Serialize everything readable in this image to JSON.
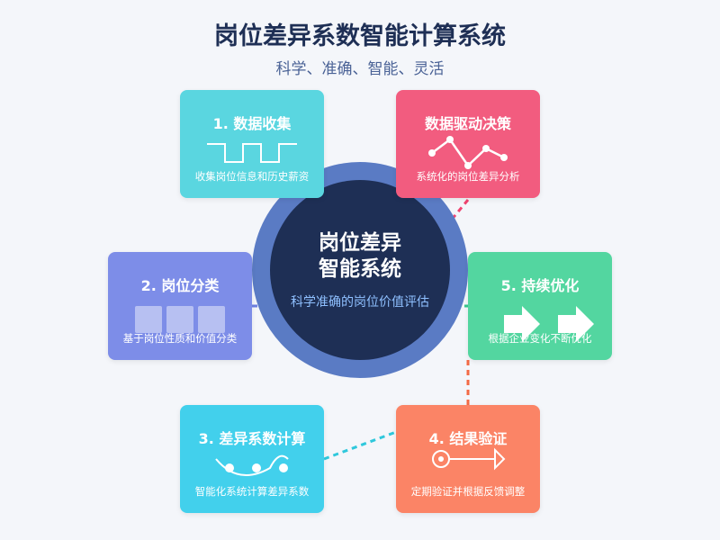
{
  "header": {
    "title": "岗位差异系数智能计算系统",
    "subtitle": "科学、准确、智能、灵活"
  },
  "core": {
    "title_line1": "岗位差异",
    "title_line2": "智能系统",
    "subtitle": "科学准确的岗位价值评估"
  },
  "cards": {
    "collect": {
      "title": "1. 数据收集",
      "desc": "收集岗位信息和历史薪资",
      "color": "#5ad6e0"
    },
    "decision": {
      "title": "数据驱动决策",
      "desc": "系统化的岗位差异分析",
      "color": "#f25c7f"
    },
    "classify": {
      "title": "2. 岗位分类",
      "desc": "基于岗位性质和价值分类",
      "color": "#7d8de8"
    },
    "optimize": {
      "title": "5. 持续优化",
      "desc": "根据企业变化不断优化",
      "color": "#53d6a0"
    },
    "compute": {
      "title": "3. 差异系数计算",
      "desc": "智能化系统计算差异系数",
      "color": "#42d0ec"
    },
    "verify": {
      "title": "4. 结果验证",
      "desc": "定期验证并根据反馈调整",
      "color": "#fb8466"
    }
  },
  "colors": {
    "background": "#f4f6fa",
    "title": "#1e2f55",
    "core_ring": "#5a7bc4",
    "core_fill": "#1e2f55"
  },
  "icons": {
    "collect": "square-wave-icon",
    "decision": "line-chart-icon",
    "classify": "grid-squares-icon",
    "optimize": "arrow-right-icon",
    "compute": "curve-dots-icon",
    "verify": "target-arrow-icon"
  }
}
